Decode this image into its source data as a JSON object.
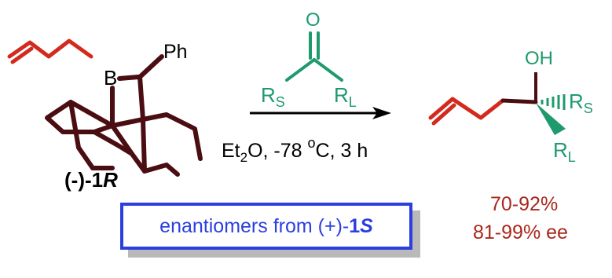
{
  "colors": {
    "allyl": "#d32a1e",
    "cage": "#4a0d12",
    "ketone": "#1f9a6d",
    "text": "#000000",
    "yield": "#a8281c",
    "callout": "#2b3fe0",
    "shadow": "#b9b9b9"
  },
  "reagent": {
    "boron": "B",
    "phenyl": "Ph",
    "label_prefix": "(-)-",
    "label_num": "1",
    "label_config": "R"
  },
  "ketone": {
    "oxygen": "O",
    "rs_main": "R",
    "rs_sub": "S",
    "rl_main": "R",
    "rl_sub": "L"
  },
  "conditions": {
    "solvent_main": "Et",
    "solvent_sub": "2",
    "solvent_rest": "O, -78 ",
    "degree": "o",
    "temp_unit": "C, 3 h"
  },
  "product": {
    "hydroxyl": "OH",
    "rs_main": "R",
    "rs_sub": "S",
    "rl_main": "R",
    "rl_sub": "L"
  },
  "results": {
    "yield": "70-92%",
    "ee": "81-99% ee"
  },
  "callout": {
    "prefix": "enantiomers from ",
    "sign": "(+)-",
    "num": "1",
    "config": "S"
  }
}
